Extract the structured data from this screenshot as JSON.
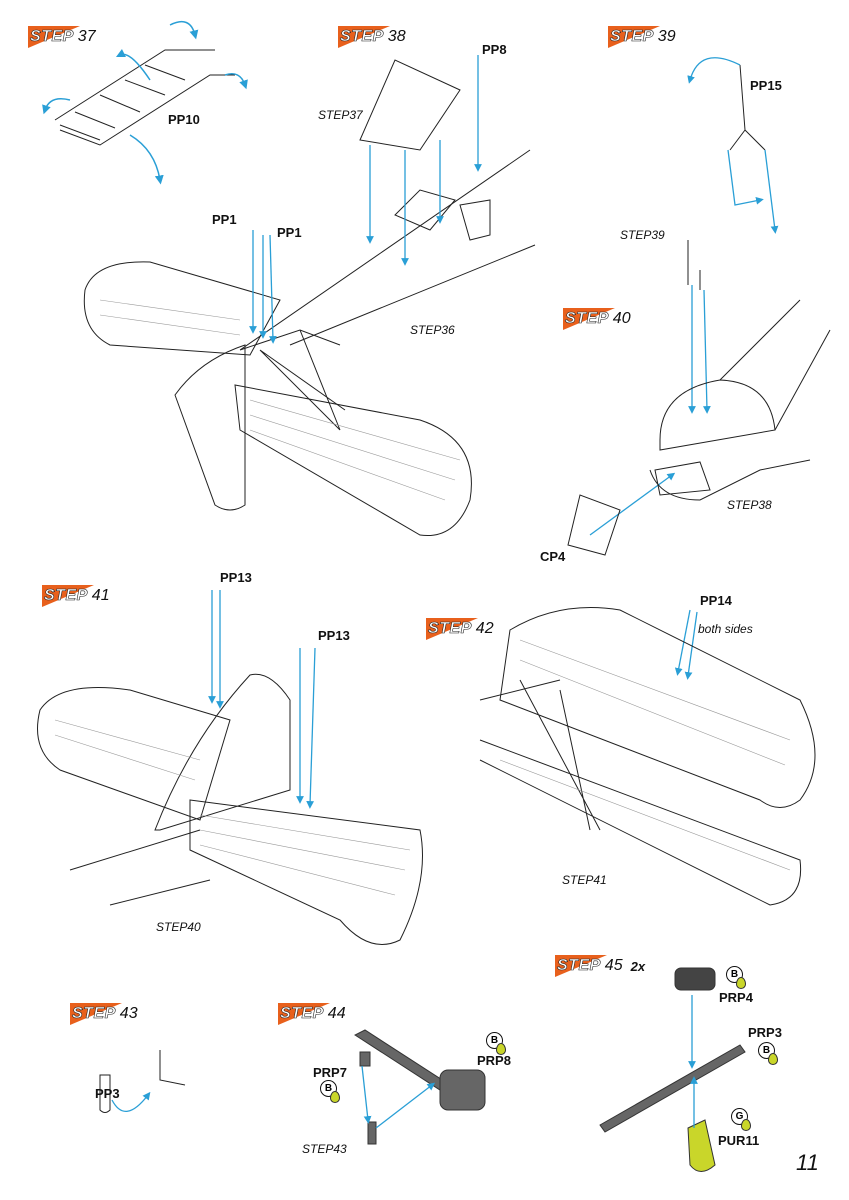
{
  "page_number": "11",
  "steps": [
    {
      "word": "STEP",
      "num": "37"
    },
    {
      "word": "STEP",
      "num": "38"
    },
    {
      "word": "STEP",
      "num": "39"
    },
    {
      "word": "STEP",
      "num": "40"
    },
    {
      "word": "STEP",
      "num": "41"
    },
    {
      "word": "STEP",
      "num": "42"
    },
    {
      "word": "STEP",
      "num": "43"
    },
    {
      "word": "STEP",
      "num": "44"
    },
    {
      "word": "STEP",
      "num": "45",
      "qty": "2x"
    }
  ],
  "parts": {
    "pp10": "PP10",
    "pp8": "PP8",
    "pp15": "PP15",
    "pp1a": "PP1",
    "pp1b": "PP1",
    "cp4": "CP4",
    "pp13a": "PP13",
    "pp13b": "PP13",
    "pp14": "PP14",
    "pp3": "PP3",
    "prp7": "PRP7",
    "prp8": "PRP8",
    "prp4": "PRP4",
    "prp3": "PRP3",
    "pur11": "PUR11"
  },
  "refs": {
    "step37": "STEP37",
    "step36": "STEP36",
    "step39": "STEP39",
    "step38": "STEP38",
    "step41": "STEP41",
    "step40": "STEP40",
    "step43": "STEP43",
    "both_sides": "both sides"
  },
  "paints": {
    "prp8": "B",
    "prp7": "B",
    "prp4": "B",
    "prp3": "B",
    "pur11": "G"
  },
  "colors": {
    "step_flag": "#e8601c",
    "arrow": "#2a9fd6",
    "paint_drop": "#c9d62a"
  }
}
